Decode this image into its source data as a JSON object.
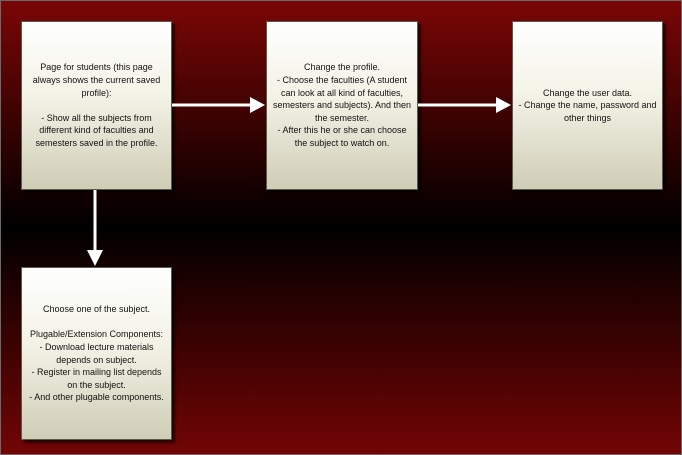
{
  "boxes": {
    "profile_page": "Page for students  (this page always shows the current saved profile):\n\n- Show all the subjects from different kind of faculties and semesters saved in the profile.",
    "change_profile": "Change the profile.\n- Choose the faculties (A student can look at all kind of faculties, semesters and subjects). And then the semester.\n- After this he or she can choose the subject to watch on.",
    "user_data": "Change the user data.\n- Change the name, password and other things",
    "choose_subject": "Choose one of the subject.\n\nPlugable/Extension Components:\n- Download lecture materials depends on subject.\n- Register in mailing list depends on the subject.\n- And other plugable components."
  },
  "colors": {
    "background_dark": "#000000",
    "background_red": "#7b0606",
    "box_fill": "#f3f2e6",
    "arrow": "#ffffff"
  }
}
